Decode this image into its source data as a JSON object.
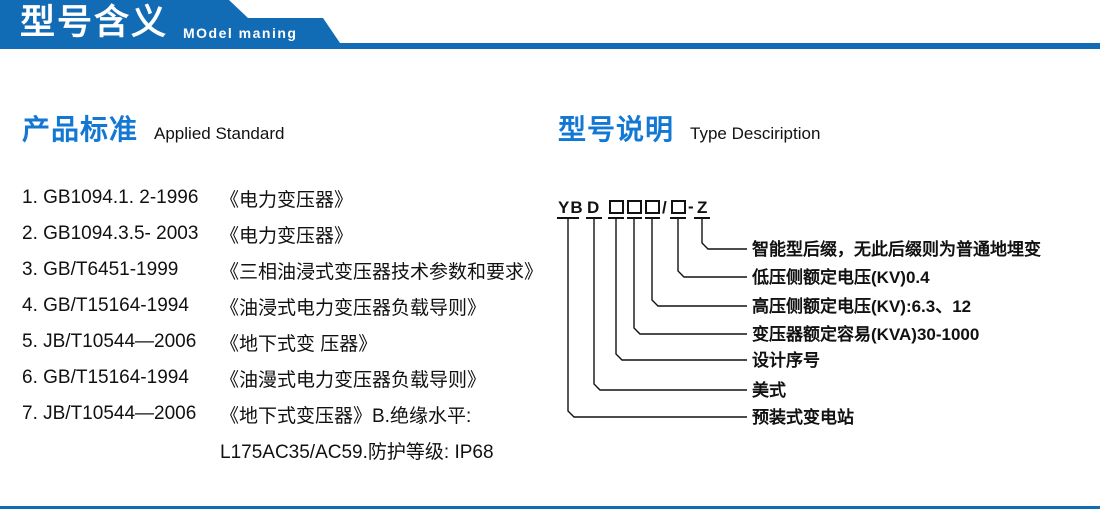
{
  "header": {
    "title": "型号含义",
    "subtitle": "MOdel maning"
  },
  "left_section": {
    "heading_cn": "产品标准",
    "heading_en": "Applied Standard",
    "standards": [
      {
        "code": "1. GB1094.1. 2-1996",
        "title": "《电力变压器》"
      },
      {
        "code": "2. GB1094.3.5- 2003",
        "title": "《电力变压器》"
      },
      {
        "code": "3. GB/T6451-1999",
        "title": "《三相油浸式变压器技术参数和要求》"
      },
      {
        "code": "4. GB/T15164-1994",
        "title": "《油浸式电力变压器负载导则》"
      },
      {
        "code": "5. JB/T10544—2006",
        "title": "《地下式变 压器》"
      },
      {
        "code": "6. GB/T15164-1994",
        "title": "《油漫式电力变压器负载导则》"
      },
      {
        "code": "7. JB/T10544—2006",
        "title": "《地下式变压器》B.绝缘水平:"
      },
      {
        "code": "",
        "title": "L175AC35/AC59.防护等级: IP68"
      }
    ]
  },
  "right_section": {
    "heading_cn": "型号说明",
    "heading_en": "Type Desciription",
    "model_code": {
      "prefix": "YB",
      "type": "D",
      "slash": "/",
      "dash": "-",
      "suffix": "Z"
    },
    "labels": [
      "智能型后缀，无此后缀则为普通地埋变",
      "低压侧额定电压(KV)0.4",
      "高压侧额定电压(KV):6.3、12",
      "变压器额定容易(KVA)30-1000",
      "设计序号",
      "美式",
      "预装式变电站"
    ]
  },
  "colors": {
    "header_bar_blue": "#126bb5",
    "heading_blue": "#1377d4",
    "text_ink": "#111111"
  }
}
